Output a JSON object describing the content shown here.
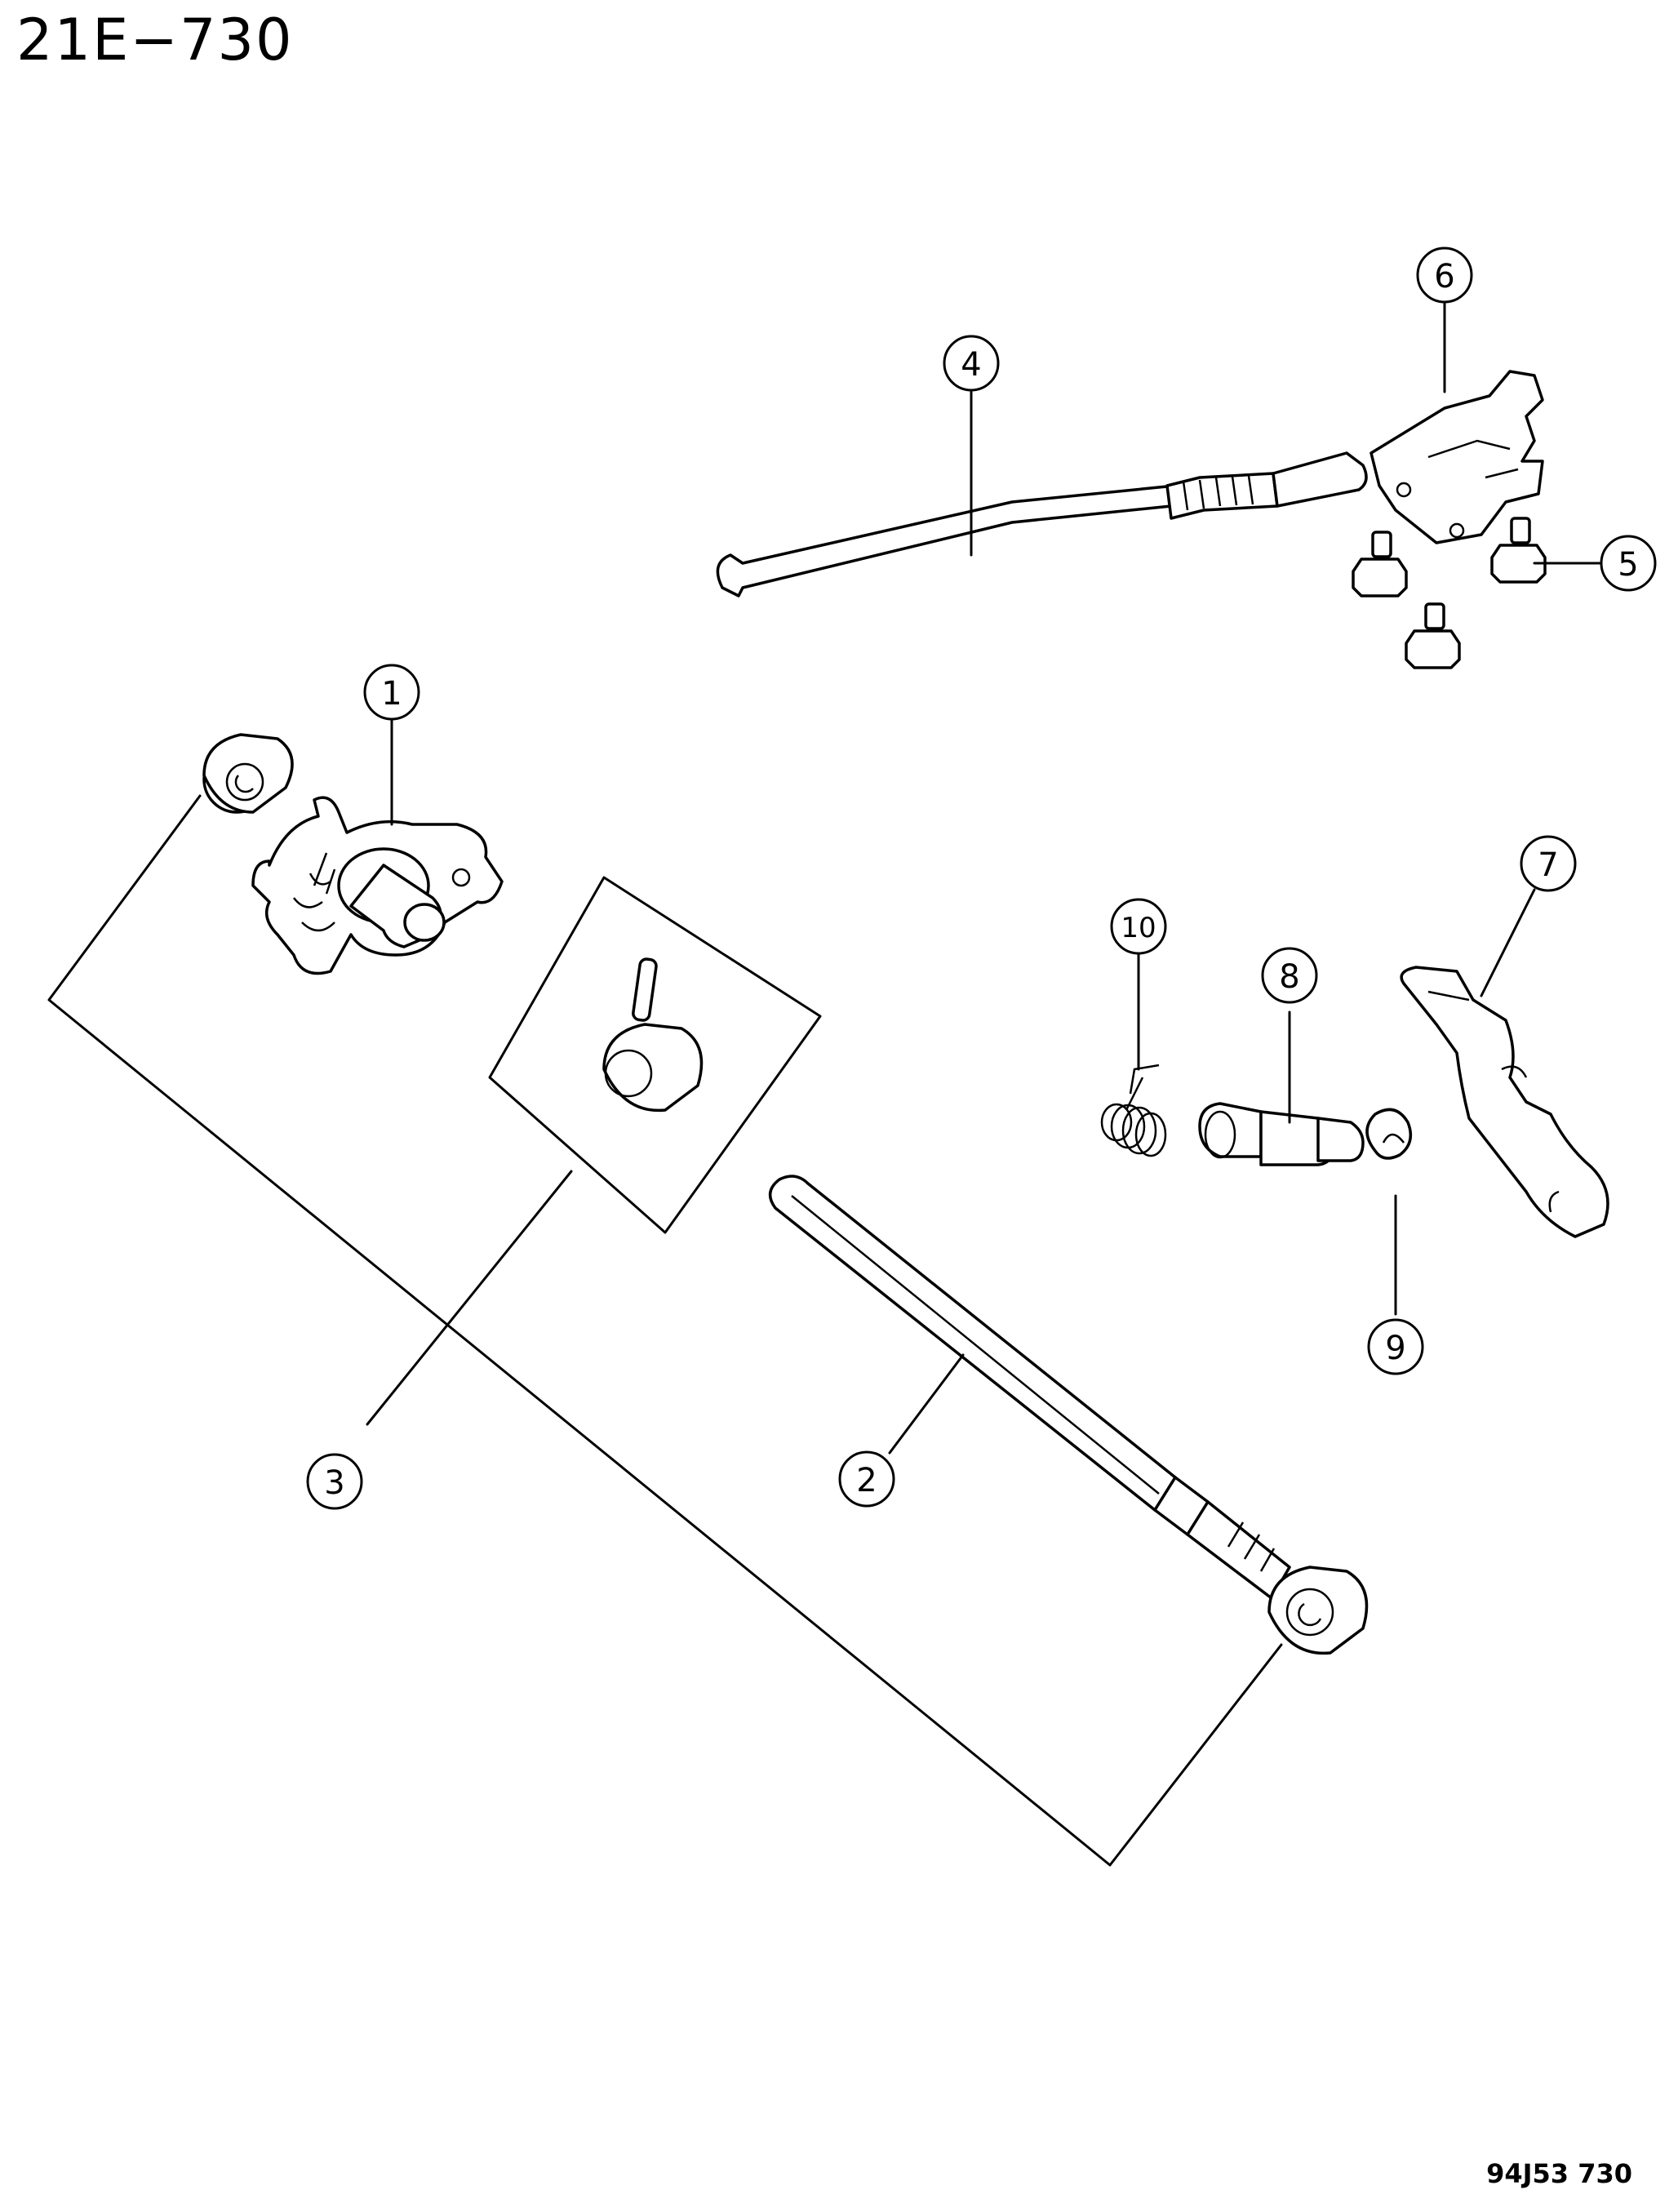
{
  "header": {
    "code": "21E−730"
  },
  "footer": {
    "code": "94J53  730"
  },
  "callouts": [
    {
      "id": "1",
      "label": "1"
    },
    {
      "id": "2",
      "label": "2"
    },
    {
      "id": "3",
      "label": "3"
    },
    {
      "id": "4",
      "label": "4"
    },
    {
      "id": "5",
      "label": "5"
    },
    {
      "id": "6",
      "label": "6"
    },
    {
      "id": "7",
      "label": "7"
    },
    {
      "id": "8",
      "label": "8"
    },
    {
      "id": "9",
      "label": "9"
    },
    {
      "id": "10",
      "label": "10"
    }
  ]
}
